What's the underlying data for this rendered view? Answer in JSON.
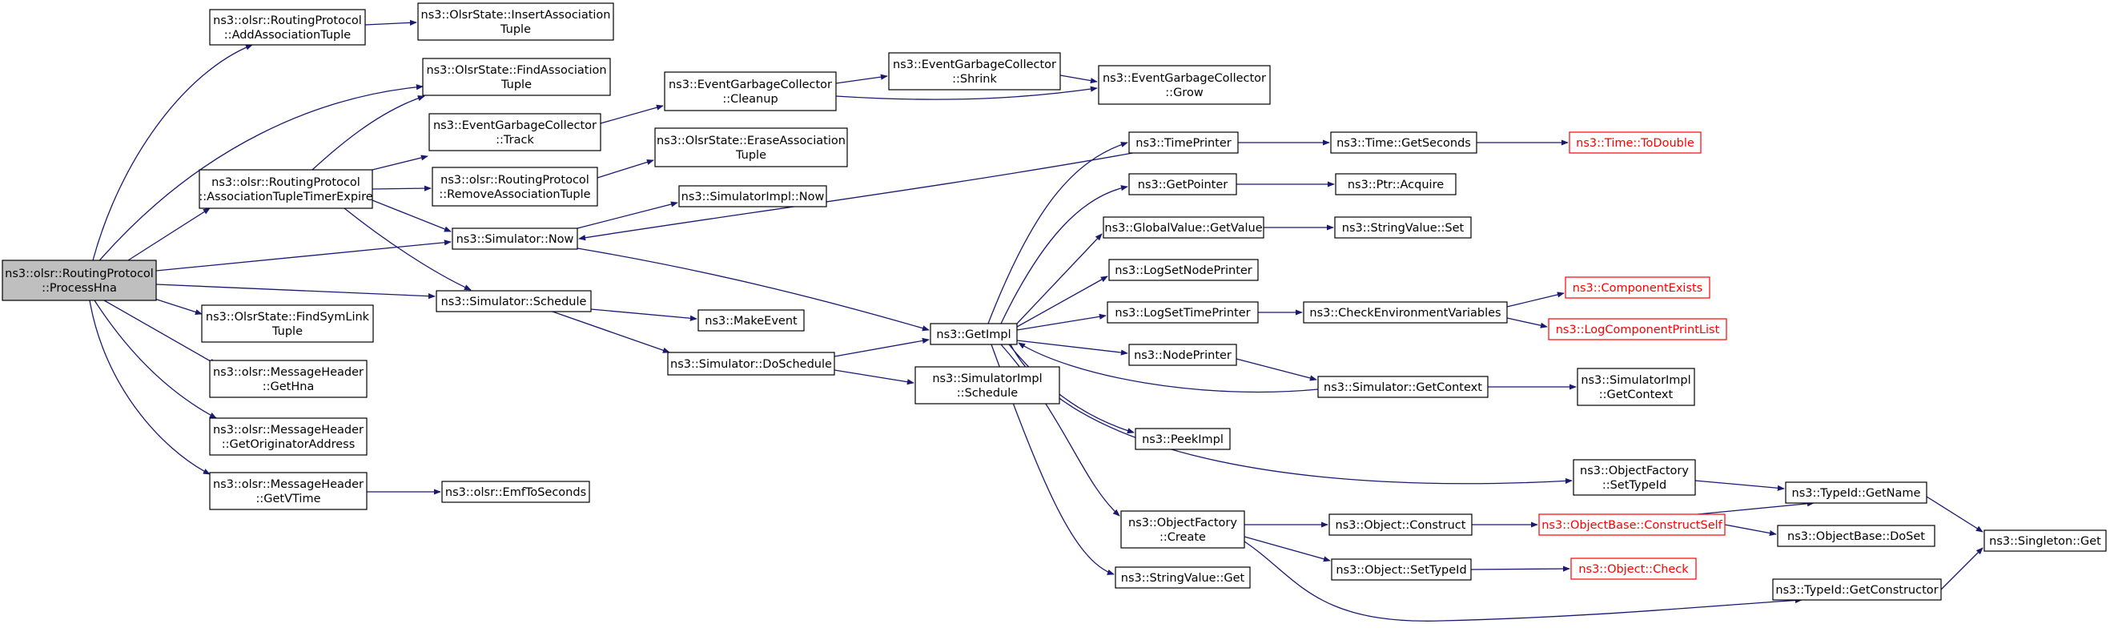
{
  "colors": {
    "edge": "#191970",
    "root_fill": "#bfbfbf",
    "truncated_border": "#ff0000"
  },
  "nodes": [
    {
      "id": "ProcessHna",
      "lines": [
        "ns3::olsr::RoutingProtocol",
        "::ProcessHna"
      ],
      "root": true
    },
    {
      "id": "AddAssociationTuple",
      "lines": [
        "ns3::olsr::RoutingProtocol",
        "::AddAssociationTuple"
      ]
    },
    {
      "id": "InsertAssociationTuple",
      "lines": [
        "ns3::OlsrState::InsertAssociation",
        "Tuple"
      ]
    },
    {
      "id": "FindAssociationTuple",
      "lines": [
        "ns3::OlsrState::FindAssociation",
        "Tuple"
      ]
    },
    {
      "id": "AssociationTupleTimerExpire",
      "lines": [
        "ns3::olsr::RoutingProtocol",
        "::AssociationTupleTimerExpire"
      ]
    },
    {
      "id": "EGC_Track",
      "lines": [
        "ns3::EventGarbageCollector",
        "::Track"
      ]
    },
    {
      "id": "EGC_Cleanup",
      "lines": [
        "ns3::EventGarbageCollector",
        "::Cleanup"
      ]
    },
    {
      "id": "EGC_Shrink",
      "lines": [
        "ns3::EventGarbageCollector",
        "::Shrink"
      ]
    },
    {
      "id": "EGC_Grow",
      "lines": [
        "ns3::EventGarbageCollector",
        "::Grow"
      ]
    },
    {
      "id": "RemoveAssociationTuple",
      "lines": [
        "ns3::olsr::RoutingProtocol",
        "::RemoveAssociationTuple"
      ]
    },
    {
      "id": "EraseAssociationTuple",
      "lines": [
        "ns3::OlsrState::EraseAssociation",
        "Tuple"
      ]
    },
    {
      "id": "SimulatorImpl_Now",
      "lines": [
        "ns3::SimulatorImpl::Now"
      ]
    },
    {
      "id": "Simulator_Now",
      "lines": [
        "ns3::Simulator::Now"
      ]
    },
    {
      "id": "Simulator_Schedule",
      "lines": [
        "ns3::Simulator::Schedule"
      ]
    },
    {
      "id": "MakeEvent",
      "lines": [
        "ns3::MakeEvent"
      ]
    },
    {
      "id": "DoSchedule",
      "lines": [
        "ns3::Simulator::DoSchedule"
      ]
    },
    {
      "id": "SimulatorImpl_Schedule",
      "lines": [
        "ns3::SimulatorImpl",
        "::Schedule"
      ]
    },
    {
      "id": "GetImpl",
      "lines": [
        "ns3::GetImpl"
      ]
    },
    {
      "id": "FindSymLinkTuple",
      "lines": [
        "ns3::OlsrState::FindSymLink",
        "Tuple"
      ]
    },
    {
      "id": "GetHna",
      "lines": [
        "ns3::olsr::MessageHeader",
        "::GetHna"
      ]
    },
    {
      "id": "GetOriginatorAddress",
      "lines": [
        "ns3::olsr::MessageHeader",
        "::GetOriginatorAddress"
      ]
    },
    {
      "id": "GetVTime",
      "lines": [
        "ns3::olsr::MessageHeader",
        "::GetVTime"
      ]
    },
    {
      "id": "EmfToSeconds",
      "lines": [
        "ns3::olsr::EmfToSeconds"
      ]
    },
    {
      "id": "TimePrinter",
      "lines": [
        "ns3::TimePrinter"
      ]
    },
    {
      "id": "Time_GetSeconds",
      "lines": [
        "ns3::Time::GetSeconds"
      ]
    },
    {
      "id": "Time_ToDouble",
      "lines": [
        "ns3::Time::ToDouble"
      ],
      "red": true
    },
    {
      "id": "GetPointer",
      "lines": [
        "ns3::GetPointer"
      ]
    },
    {
      "id": "Ptr_Acquire",
      "lines": [
        "ns3::Ptr::Acquire"
      ]
    },
    {
      "id": "GlobalValue_GetValue",
      "lines": [
        "ns3::GlobalValue::GetValue"
      ]
    },
    {
      "id": "StringValue_Set",
      "lines": [
        "ns3::StringValue::Set"
      ]
    },
    {
      "id": "LogSetNodePrinter",
      "lines": [
        "ns3::LogSetNodePrinter"
      ]
    },
    {
      "id": "LogSetTimePrinter",
      "lines": [
        "ns3::LogSetTimePrinter"
      ]
    },
    {
      "id": "CheckEnvironmentVariables",
      "lines": [
        "ns3::CheckEnvironmentVariables"
      ]
    },
    {
      "id": "ComponentExists",
      "lines": [
        "ns3::ComponentExists"
      ],
      "red": true
    },
    {
      "id": "LogComponentPrintList",
      "lines": [
        "ns3::LogComponentPrintList"
      ],
      "red": true
    },
    {
      "id": "NodePrinter",
      "lines": [
        "ns3::NodePrinter"
      ]
    },
    {
      "id": "Simulator_GetContext",
      "lines": [
        "ns3::Simulator::GetContext"
      ]
    },
    {
      "id": "SimulatorImpl_GetContext",
      "lines": [
        "ns3::SimulatorImpl",
        "::GetContext"
      ]
    },
    {
      "id": "PeekImpl",
      "lines": [
        "ns3::PeekImpl"
      ]
    },
    {
      "id": "ObjectFactory_SetTypeId",
      "lines": [
        "ns3::ObjectFactory",
        "::SetTypeId"
      ]
    },
    {
      "id": "TypeId_GetName",
      "lines": [
        "ns3::TypeId::GetName"
      ]
    },
    {
      "id": "ObjectFactory_Create",
      "lines": [
        "ns3::ObjectFactory",
        "::Create"
      ]
    },
    {
      "id": "Object_Construct",
      "lines": [
        "ns3::Object::Construct"
      ]
    },
    {
      "id": "ObjectBase_ConstructSelf",
      "lines": [
        "ns3::ObjectBase::ConstructSelf"
      ],
      "red": true
    },
    {
      "id": "ObjectBase_DoSet",
      "lines": [
        "ns3::ObjectBase::DoSet"
      ]
    },
    {
      "id": "Singleton_Get",
      "lines": [
        "ns3::Singleton::Get"
      ]
    },
    {
      "id": "Object_SetTypeId",
      "lines": [
        "ns3::Object::SetTypeId"
      ]
    },
    {
      "id": "Object_Check",
      "lines": [
        "ns3::Object::Check"
      ],
      "red": true
    },
    {
      "id": "TypeId_GetConstructor",
      "lines": [
        "ns3::TypeId::GetConstructor"
      ]
    },
    {
      "id": "StringValue_Get",
      "lines": [
        "ns3::StringValue::Get"
      ]
    }
  ]
}
